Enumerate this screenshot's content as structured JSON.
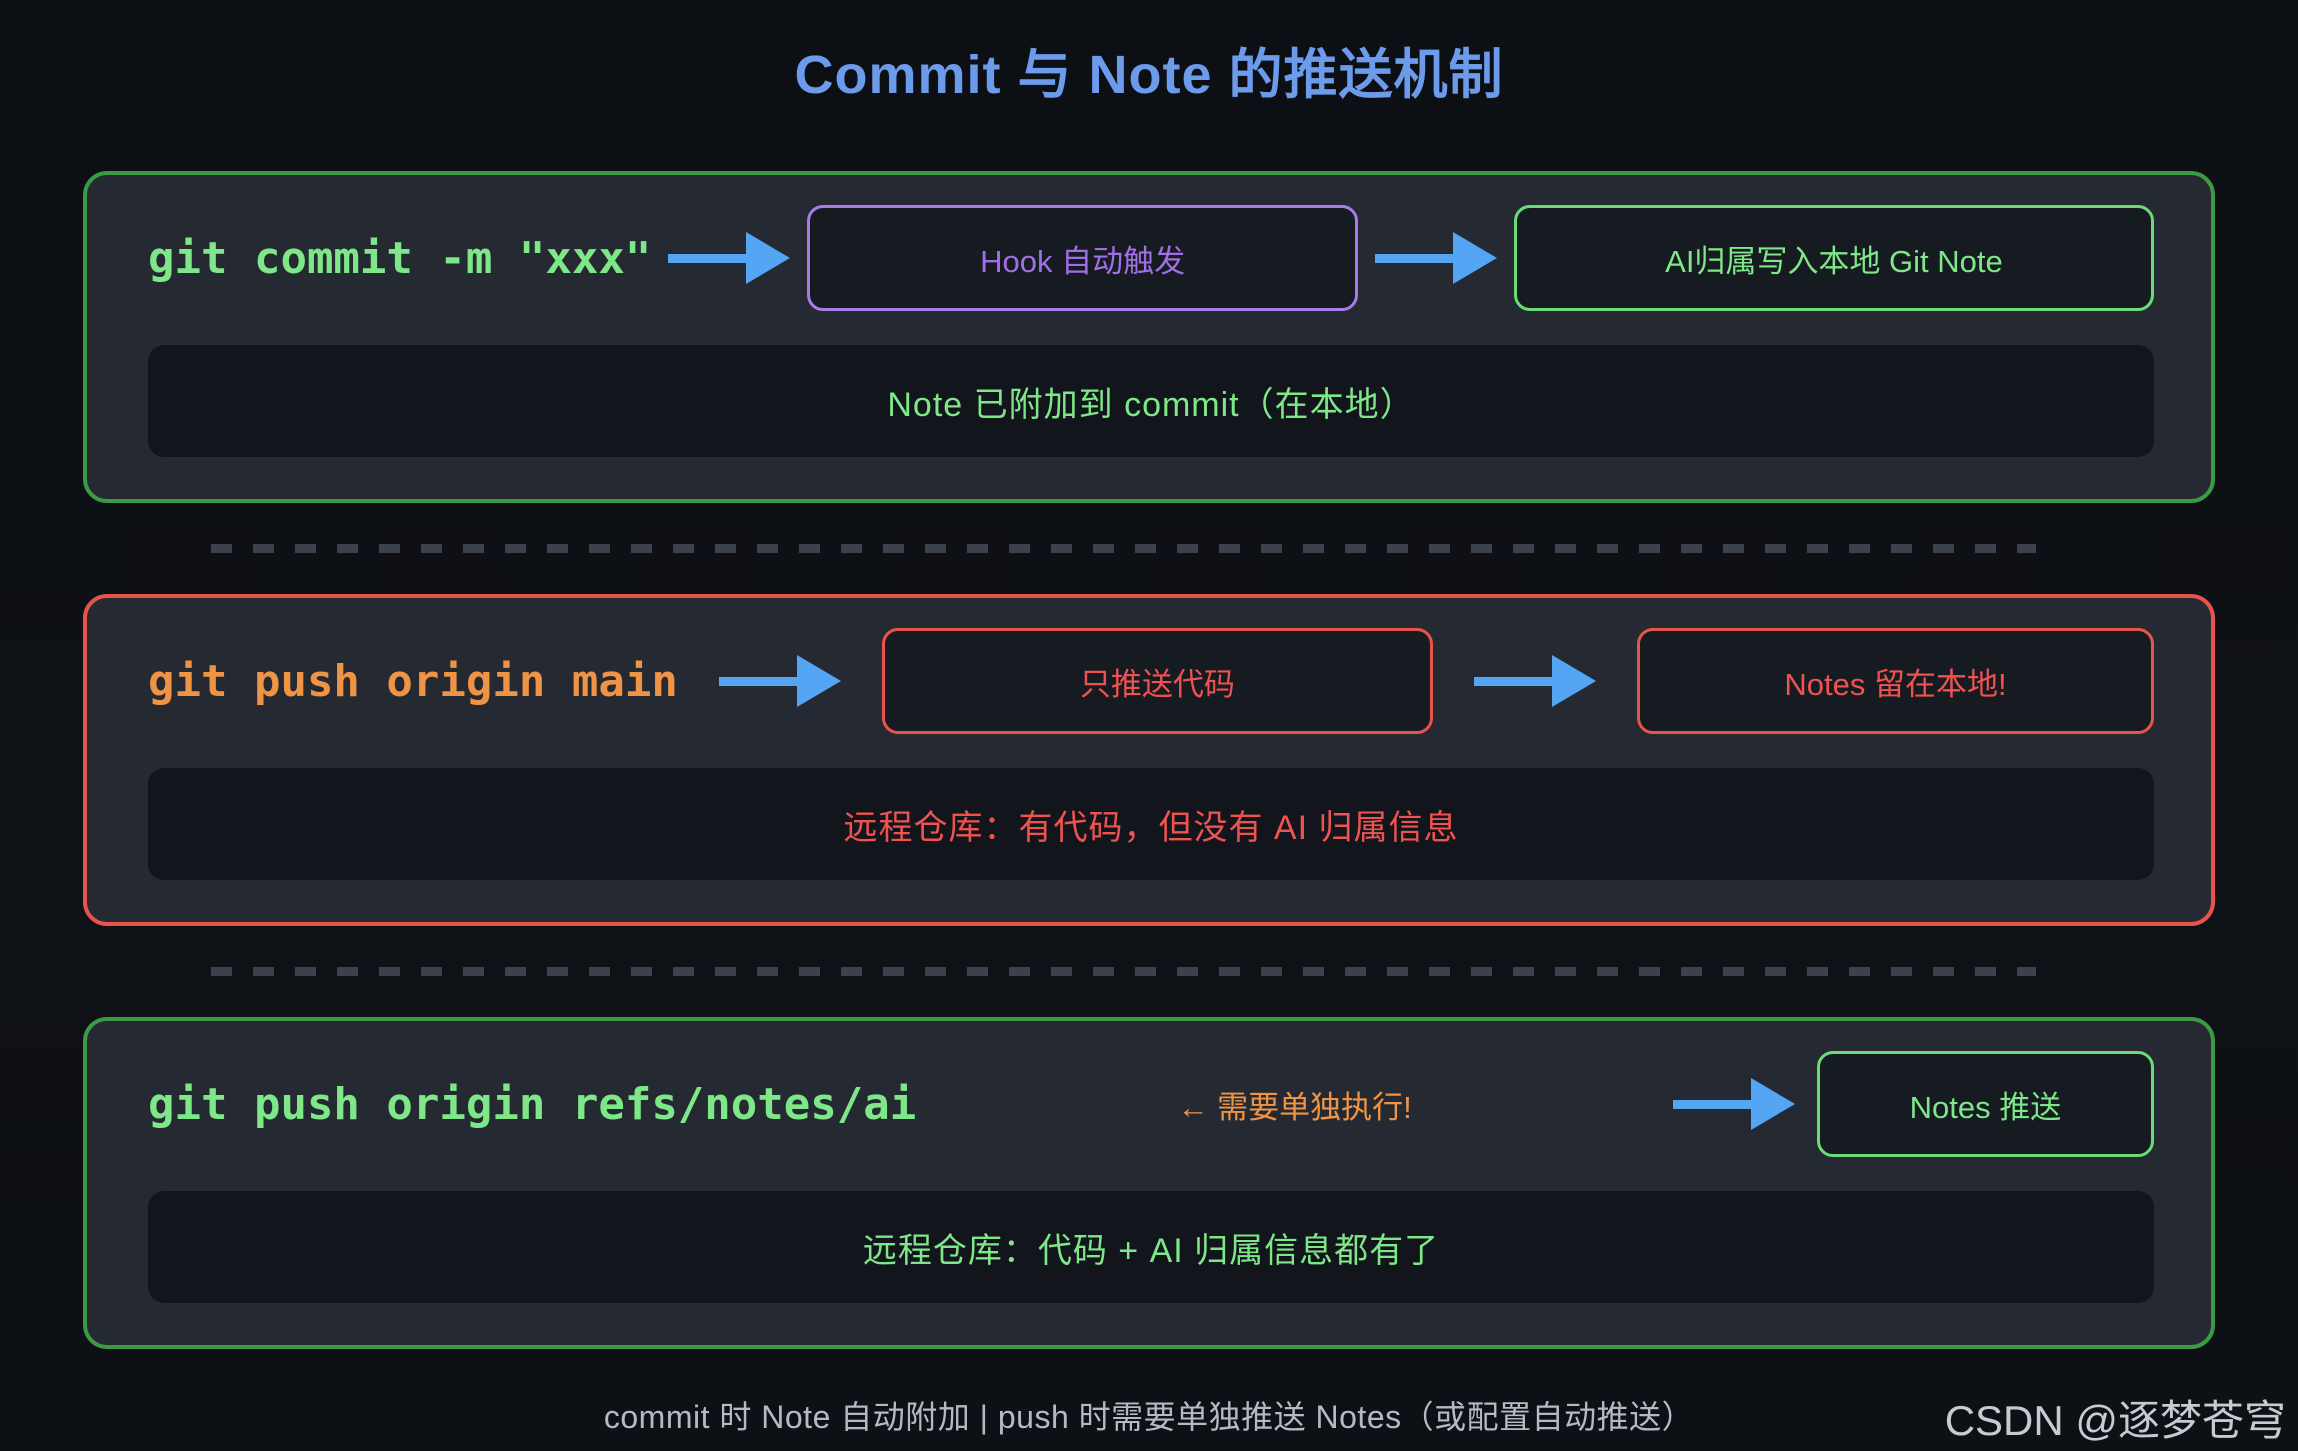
{
  "page": {
    "title": "Commit 与 Note 的推送机制",
    "footer_caption": "commit 时 Note 自动附加 | push 时需要单独推送 Notes（或配置自动推送）",
    "watermark": "CSDN @逐梦苍穹"
  },
  "colors": {
    "background": "#0d1014",
    "panel_bg": "#252a32",
    "node_bg": "#161a21",
    "inner_bg": "#12151b",
    "green_border": "#3d9a44",
    "green_light": "#7ee787",
    "node_green_border": "#6bdb78",
    "purple_border": "#a87ce8",
    "purple_text": "#a06ee6",
    "red_border": "#e8544b",
    "red_text": "#ef5350",
    "orange": "#ef9444",
    "arrow_blue": "#55a5f5",
    "title_blue": "#6c9beb",
    "caption_gray": "#b4bac4",
    "watermark_gray": "#c6cad1",
    "dash_gray": "#3c424d"
  },
  "sections": [
    {
      "command": "git commit -m \"xxx\"",
      "steps": [
        {
          "label": "Hook 自动触发"
        },
        {
          "label": "AI归属写入本地 Git Note"
        }
      ],
      "status": "Note 已附加到 commit（在本地）"
    },
    {
      "command": "git push origin main",
      "steps": [
        {
          "label": "只推送代码"
        },
        {
          "label": "Notes 留在本地!"
        }
      ],
      "status": "远程仓库：有代码，但没有 AI 归属信息"
    },
    {
      "command": "git push origin refs/notes/ai",
      "annotation": "← 需要单独执行!",
      "steps": [
        {
          "label": "Notes 推送"
        }
      ],
      "status": "远程仓库：代码 + AI 归属信息都有了"
    }
  ]
}
